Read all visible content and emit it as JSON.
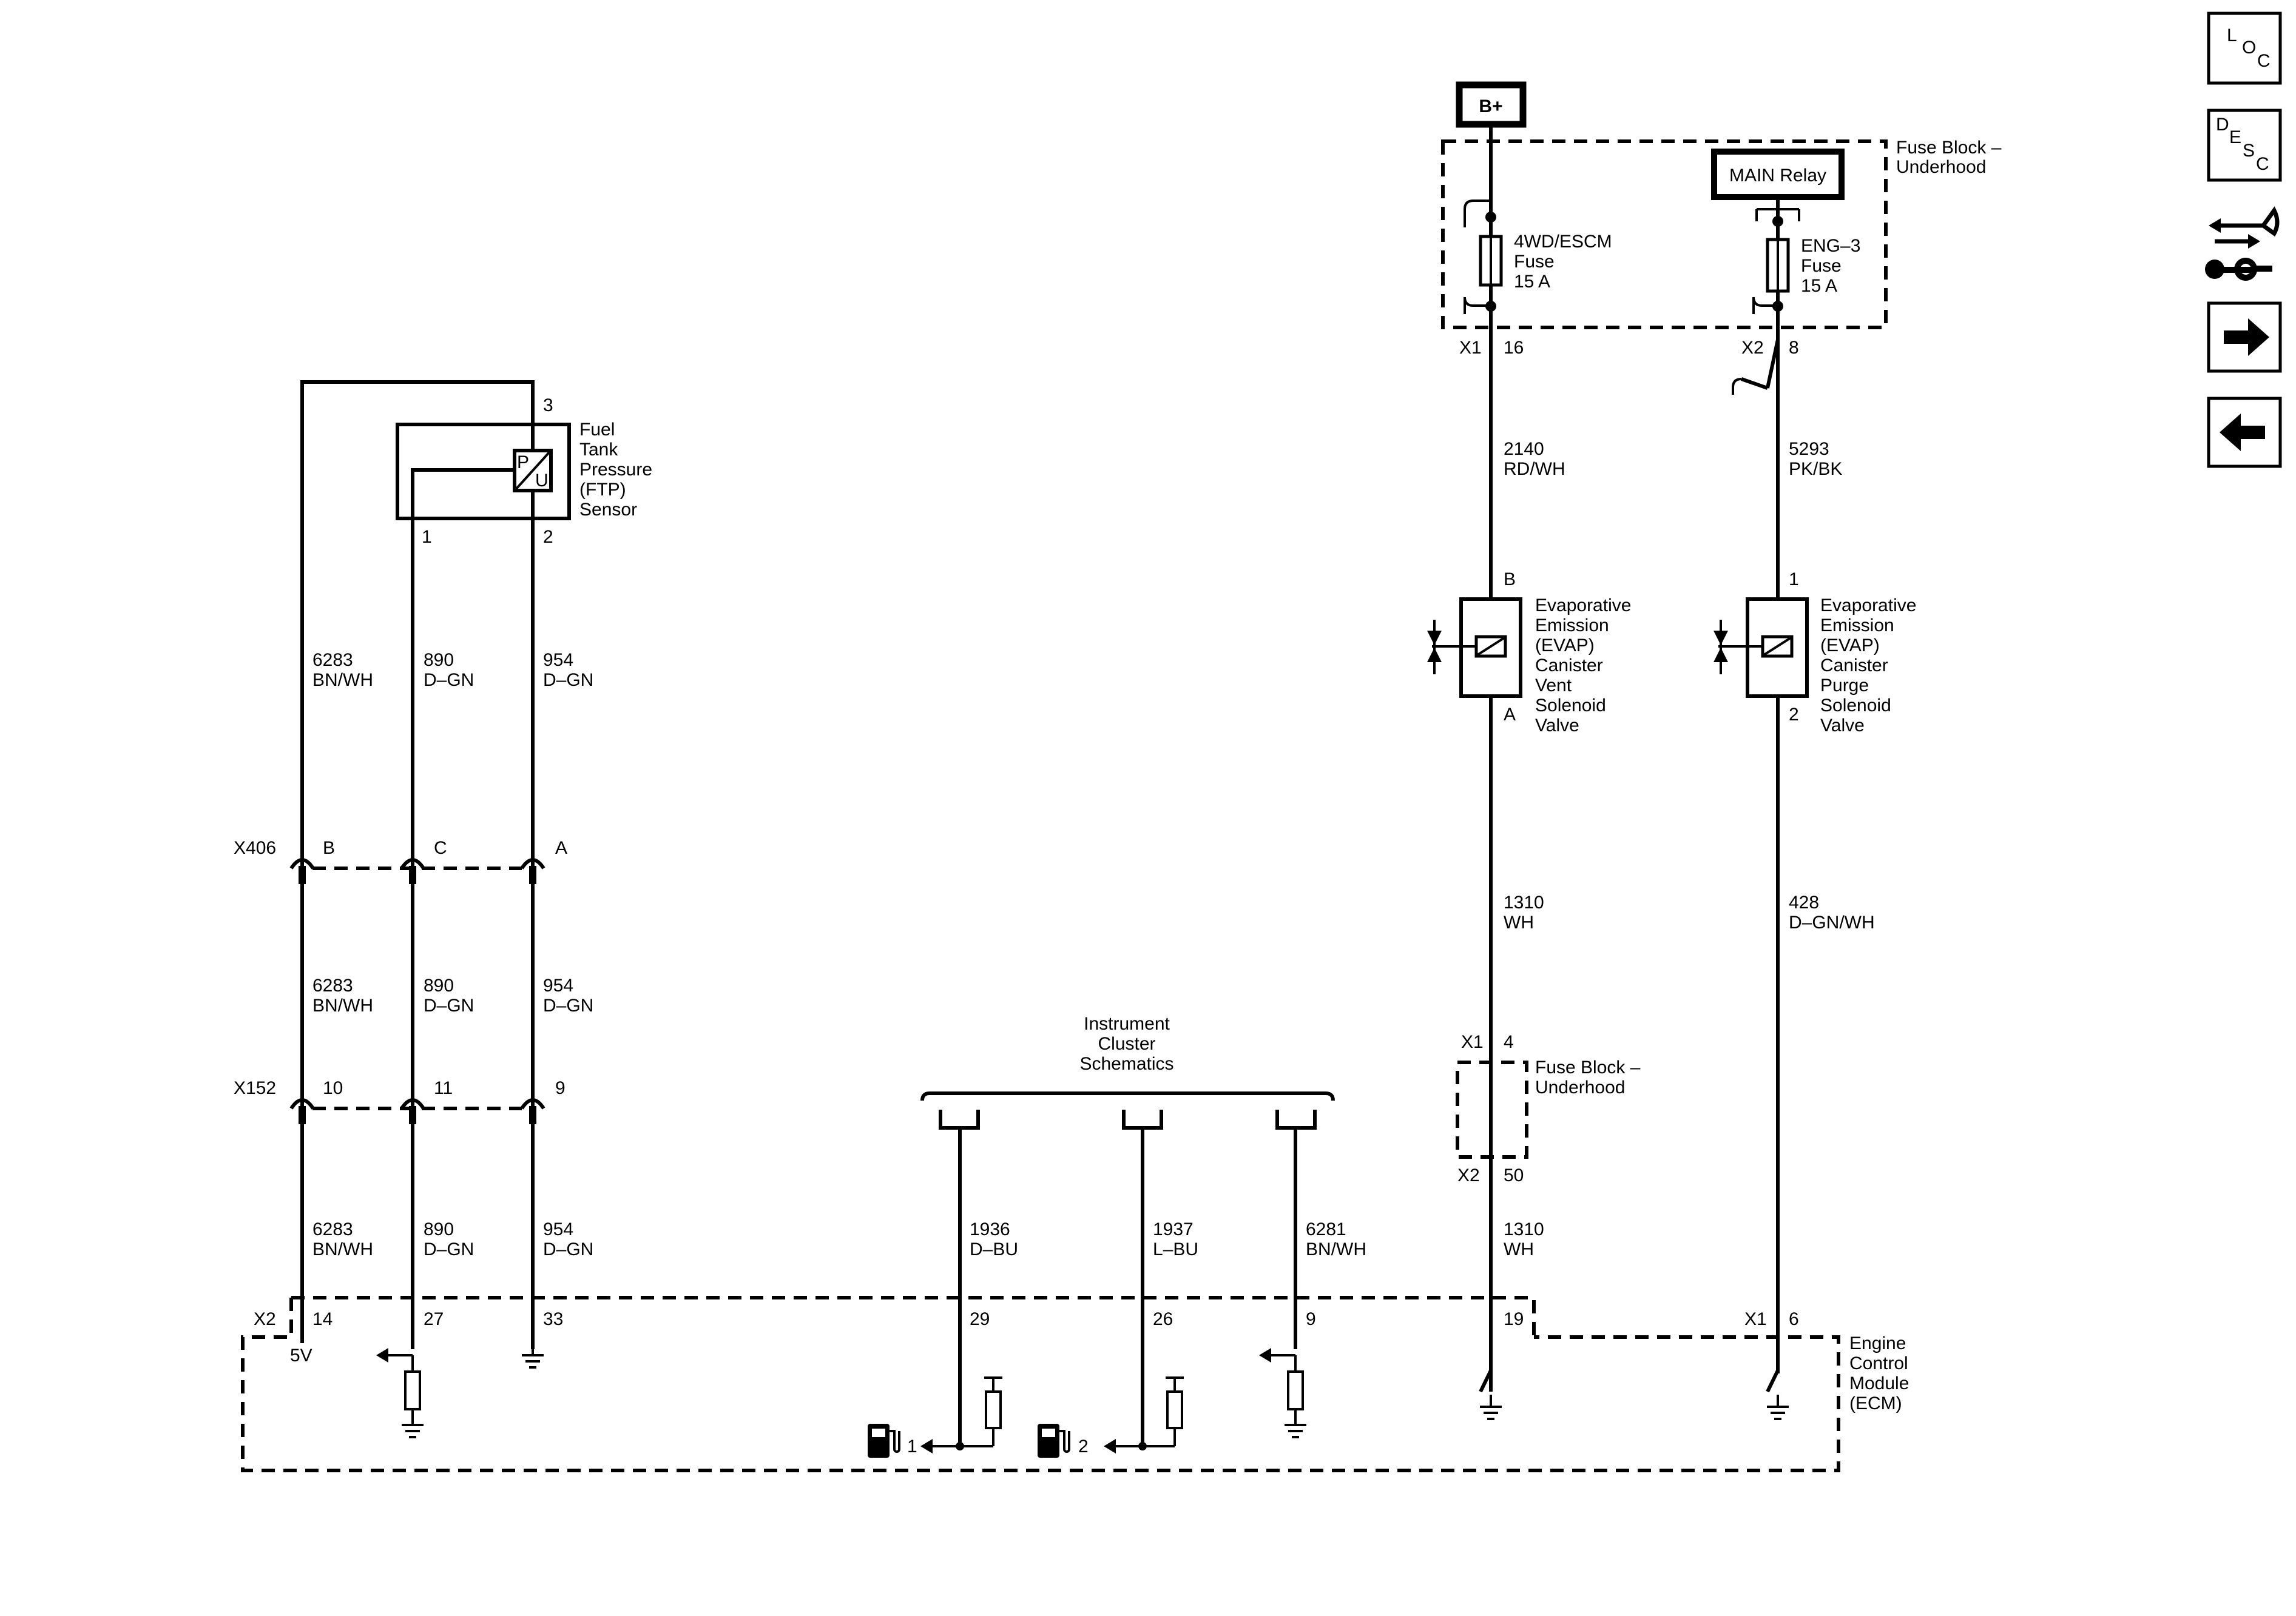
{
  "power": {
    "bplus": "B+"
  },
  "fuse_block_top": {
    "title_1": "Fuse Block –",
    "title_2": "Underhood",
    "main_relay": "MAIN Relay"
  },
  "fuse_4wd": {
    "line1": "4WD/ESCM",
    "line2": "Fuse",
    "line3": "15 A",
    "connector": "X1",
    "pin": "16"
  },
  "fuse_eng3": {
    "line1": "ENG–3",
    "line2": "Fuse",
    "line3": "15 A",
    "connector": "X2",
    "pin": "8"
  },
  "wire_2140": {
    "num": "2140",
    "color": "RD/WH"
  },
  "wire_5293": {
    "num": "5293",
    "color": "PK/BK"
  },
  "vent_valve": {
    "pin_top": "B",
    "pin_bottom": "A",
    "l1": "Evaporative",
    "l2": "Emission",
    "l3": "(EVAP)",
    "l4": "Canister",
    "l5": "Vent",
    "l6": "Solenoid",
    "l7": "Valve"
  },
  "purge_valve": {
    "pin_top": "1",
    "pin_bottom": "2",
    "l1": "Evaporative",
    "l2": "Emission",
    "l3": "(EVAP)",
    "l4": "Canister",
    "l5": "Purge",
    "l6": "Solenoid",
    "l7": "Valve"
  },
  "wire_1310a": {
    "num": "1310",
    "color": "WH"
  },
  "wire_428": {
    "num": "428",
    "color": "D–GN/WH"
  },
  "fuse_block_mid": {
    "title_1": "Fuse Block –",
    "title_2": "Underhood",
    "conn_top": "X1",
    "pin_top": "4",
    "conn_bottom": "X2",
    "pin_bottom": "50"
  },
  "wire_1310b": {
    "num": "1310",
    "color": "WH"
  },
  "ftp_sensor": {
    "l1": "Fuel",
    "l2": "Tank",
    "l3": "Pressure",
    "l4": "(FTP)",
    "l5": "Sensor",
    "pin3": "3",
    "pin1": "1",
    "pin2": "2",
    "p": "P",
    "u": "U"
  },
  "wires_upper": [
    {
      "num": "6283",
      "color": "BN/WH"
    },
    {
      "num": "890",
      "color": "D–GN"
    },
    {
      "num": "954",
      "color": "D–GN"
    }
  ],
  "x406": {
    "name": "X406",
    "pins": [
      "B",
      "C",
      "A"
    ]
  },
  "wires_mid": [
    {
      "num": "6283",
      "color": "BN/WH"
    },
    {
      "num": "890",
      "color": "D–GN"
    },
    {
      "num": "954",
      "color": "D–GN"
    }
  ],
  "x152": {
    "name": "X152",
    "pins": [
      "10",
      "11",
      "9"
    ]
  },
  "wires_lower": [
    {
      "num": "6283",
      "color": "BN/WH"
    },
    {
      "num": "890",
      "color": "D–GN"
    },
    {
      "num": "954",
      "color": "D–GN"
    }
  ],
  "instrument_cluster": {
    "l1": "Instrument",
    "l2": "Cluster",
    "l3": "Schematics"
  },
  "cluster_wires": [
    {
      "num": "1936",
      "color": "D–BU"
    },
    {
      "num": "1937",
      "color": "L–BU"
    },
    {
      "num": "6281",
      "color": "BN/WH"
    }
  ],
  "ecm": {
    "l1": "Engine",
    "l2": "Control",
    "l3": "Module",
    "l4": "(ECM)",
    "conn_x2": "X2",
    "conn_x1": "X1",
    "pins": [
      "14",
      "27",
      "33",
      "29",
      "26",
      "9",
      "19",
      "6"
    ],
    "five_v": "5V",
    "fuel_level_1": "1",
    "fuel_level_2": "2"
  },
  "nav": {
    "loc": [
      "L",
      "O",
      "C"
    ],
    "desc": [
      "D",
      "E",
      "S",
      "C"
    ],
    "icons": [
      "connector-repair-icon",
      "next-arrow-icon",
      "previous-arrow-icon"
    ]
  }
}
